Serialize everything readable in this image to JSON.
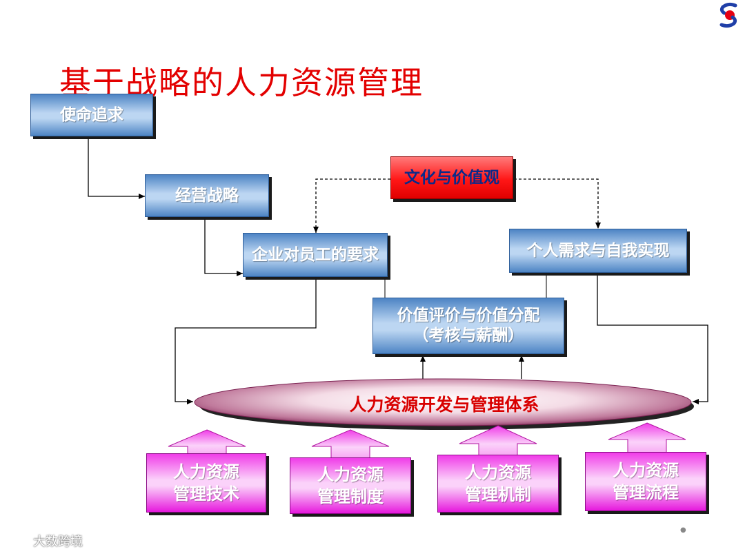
{
  "title": "基于战略的人力资源管理",
  "boxes": {
    "mission": "使命追求",
    "strategy": "经营战略",
    "culture": "文化与价值观",
    "enterprise_req": "企业对员工的要求",
    "personal_needs": "个人需求与自我实现",
    "value_eval": "价值评价与价值分配",
    "value_eval_sub": "（考核与薪酬）"
  },
  "core_system": "人力资源开发与管理体系",
  "pillars": [
    {
      "line1": "人力资源",
      "line2": "管理技术"
    },
    {
      "line1": "人力资源",
      "line2": "管理制度"
    },
    {
      "line1": "人力资源",
      "line2": "管理机制"
    },
    {
      "line1": "人力资源",
      "line2": "管理流程"
    }
  ],
  "watermark": "大数跨境",
  "colors": {
    "title": "#e30000",
    "blue_box": "#4d84c4",
    "red_box": "#ff1616",
    "pink_box": "#f03ce8",
    "ellipse": "#8b2f5c",
    "core_text": "#d80000"
  }
}
